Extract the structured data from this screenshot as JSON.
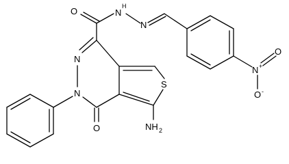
{
  "molecule": {
    "labels": {
      "o_amide": "O",
      "nh": "N",
      "nh_h": "H",
      "n_imine": "N",
      "n_pyridazine_1": "N",
      "n_pyridazine_2": "N",
      "s_thiophene": "S",
      "o_ketone": "O",
      "amino_n": "NH",
      "amino_sub": "2",
      "nitro_n": "N",
      "nitro_plus": "+",
      "nitro_o": "O",
      "nitro_o_minus": "O",
      "minus": "-"
    }
  }
}
